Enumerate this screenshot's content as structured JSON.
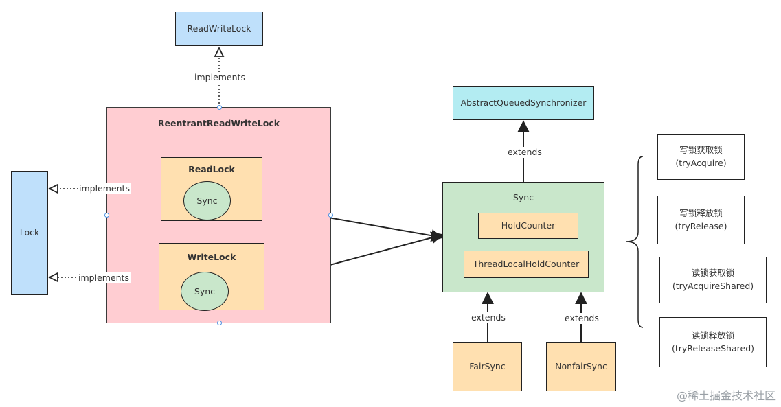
{
  "nodes": {
    "read_write_lock": "ReadWriteLock",
    "reentrant_read_write_lock": "ReentrantReadWriteLock",
    "read_lock": "ReadLock",
    "write_lock": "WriteLock",
    "read_lock_sync": "Sync",
    "write_lock_sync": "Sync",
    "lock": "Lock",
    "aqs": "AbstractQueuedSynchronizer",
    "sync": "Sync",
    "hold_counter": "HoldCounter",
    "thread_local_hold_counter": "ThreadLocalHoldCounter",
    "fair_sync": "FairSync",
    "nonfair_sync": "NonfairSync"
  },
  "edge_labels": {
    "implements_rwl": "implements",
    "implements_readlock": "implements",
    "implements_writelock": "implements",
    "extends_aqs": "extends",
    "extends_fair": "extends",
    "extends_nonfair": "extends"
  },
  "methods": [
    {
      "title": "写锁获取锁",
      "method": "(tryAcquire)"
    },
    {
      "title": "写锁释放锁",
      "method": "(tryRelease)"
    },
    {
      "title": "读锁获取锁",
      "method": "(tryAcquireShared)"
    },
    {
      "title": "读锁释放锁",
      "method": "(tryReleaseShared)"
    }
  ],
  "watermark": "@稀土掘金技术社区",
  "colors": {
    "interface_blue": "#bfe0fb",
    "aqs_cyan": "#b3ecf2",
    "outer_pink": "#ffcdd2",
    "class_orange": "#ffe0b0",
    "sync_green": "#c9e7cb"
  }
}
